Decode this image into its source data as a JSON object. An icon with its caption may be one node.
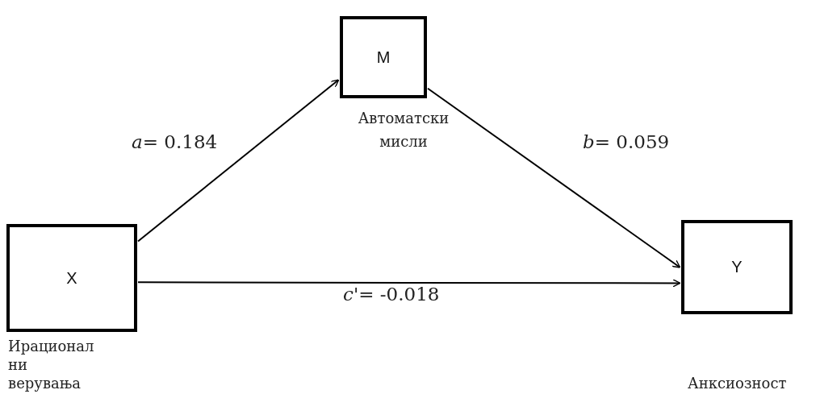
{
  "diagram": {
    "nodes": [
      {
        "text": [
          "M",
          "Автоматски мисли"
        ]
      },
      {
        "text": [
          "X",
          "Ирационал ни верувања"
        ]
      },
      {
        "text": [
          "Y",
          "Анксиозност"
        ]
      }
    ],
    "edges": [
      {
        "from": 1,
        "to": 0,
        "arrow": "to",
        "label": "*a*= 0.184"
      },
      {
        "from": 0,
        "to": 2,
        "arrow": "to",
        "label": "*b*= 0.059"
      },
      {
        "from": 1,
        "to": 2,
        "arrow": "to",
        "label": "*c'*= -0.018"
      }
    ]
  }
}
